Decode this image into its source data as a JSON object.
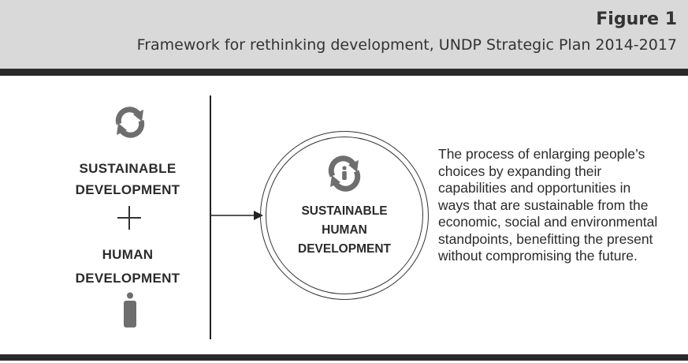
{
  "header": {
    "figure_label": "Figure 1",
    "title": "Framework for rethinking development, UNDP Strategic Plan 2014-2017"
  },
  "left": {
    "sustainable_line1": "SUSTAINABLE",
    "sustainable_line2": "DEVELOPMENT",
    "human_line1": "HUMAN",
    "human_line2": "DEVELOPMENT",
    "icons": [
      "cycle-arrows-icon",
      "person-icon"
    ]
  },
  "center": {
    "line1": "SUSTAINABLE",
    "line2": "HUMAN",
    "line3": "DEVELOPMENT",
    "icon": "person-in-cycle-icon"
  },
  "description": {
    "lines": [
      "The process of enlarging people’s",
      "choices by expanding their",
      "capabilities and opportunities in",
      "ways that are sustainable from the",
      "economic, social and environmental",
      "standpoints, benefitting the present",
      "without compromising the future."
    ]
  },
  "colors": {
    "header_background": "#d9d9d9",
    "bars": "#2a2a2a",
    "icon_gray": "#6e6e6e",
    "text": "#2b2b2b"
  }
}
